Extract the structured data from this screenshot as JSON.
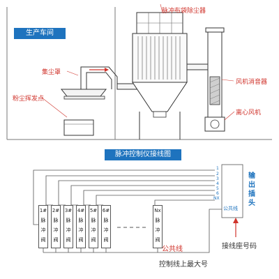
{
  "top": {
    "workshop_label": "生产车间",
    "collector_label": "脉冲布袋除尘器",
    "hood_label": "集尘罩",
    "dust_source_label": "粉尘挥发点",
    "silencer_label": "风机消音器",
    "fan_label": "离心风机"
  },
  "bottom": {
    "title": "脉冲控制仪接线图",
    "valves": [
      {
        "num": "1#",
        "text": [
          "脉",
          "冲",
          "阀"
        ]
      },
      {
        "num": "2#",
        "text": [
          "脉",
          "冲",
          "阀"
        ]
      },
      {
        "num": "3#",
        "text": [
          "脉",
          "冲",
          "阀"
        ]
      },
      {
        "num": "4#",
        "text": [
          "脉",
          "冲",
          "阀"
        ]
      },
      {
        "num": "5#",
        "text": [
          "脉",
          "冲",
          "阀"
        ]
      },
      {
        "num": "6#",
        "text": [
          "脉",
          "冲",
          "阀"
        ]
      },
      {
        "num": "Nx",
        "text": [
          "脉",
          "冲",
          "阀"
        ]
      }
    ],
    "pins": [
      "1",
      "2",
      "3",
      "4",
      "5",
      "6",
      "NX"
    ],
    "common_terminal": "公共线",
    "output_socket": [
      "输",
      "出",
      "插",
      "头"
    ],
    "socket_code_label": "接线座号码",
    "common_line_label": "公共线",
    "max_control_label": "控制线上最大号"
  },
  "colors": {
    "accent": "#1e73be",
    "label_red": "#d0342c",
    "line": "#555555"
  }
}
